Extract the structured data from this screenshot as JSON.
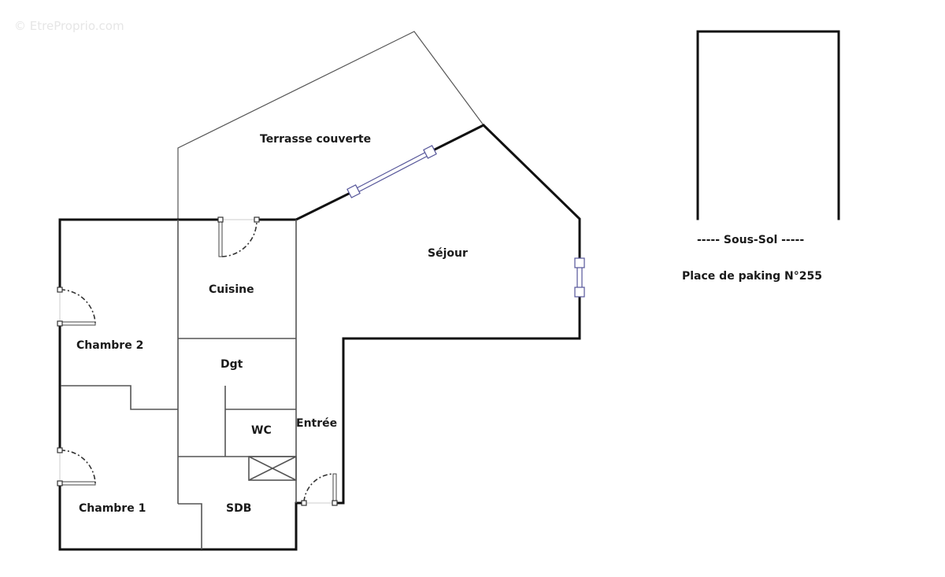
{
  "watermark": "© EtreProprio.com",
  "rooms": {
    "terrasse": "Terrasse couverte",
    "sejour": "Séjour",
    "cuisine": "Cuisine",
    "chambre2": "Chambre 2",
    "dgt": "Dgt",
    "wc": "WC",
    "entree": "Entrée",
    "chambre1": "Chambre 1",
    "sdb": "SDB"
  },
  "annex": {
    "level_label": "----- Sous-Sol -----",
    "parking_label": "Place de paking N°255"
  },
  "colors": {
    "exterior_wall": "#111111",
    "interior_wall": "#555555",
    "window": "#555599",
    "watermark": "#e6e6e6"
  }
}
